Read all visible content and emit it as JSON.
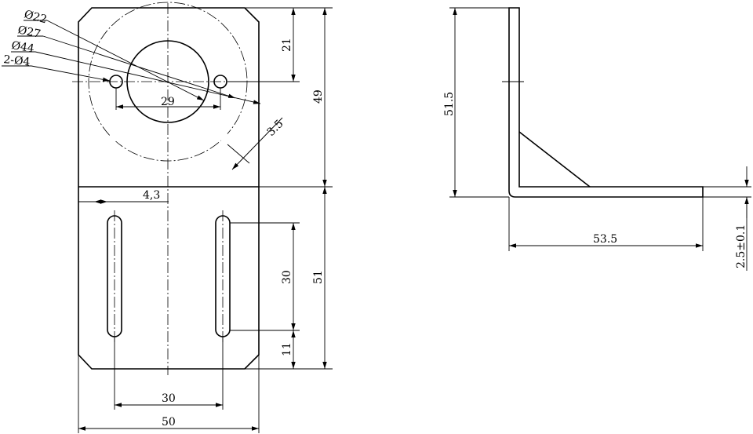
{
  "drawing": {
    "callouts": {
      "d22": "Ø22",
      "d27": "Ø27",
      "d44": "Ø44",
      "holes": "2-Ø4"
    },
    "dims": {
      "top_offset": "21",
      "plate_height": "49",
      "hole_spacing": "29",
      "slot_width": "3.5",
      "slot_offset": "4,3",
      "slot_length": "30",
      "bottom_offset": "11",
      "lower_height": "51",
      "slot_spacing": "30",
      "total_width": "50",
      "side_height": "51.5",
      "side_length": "53.5",
      "thickness": "2.5±0.1"
    }
  }
}
